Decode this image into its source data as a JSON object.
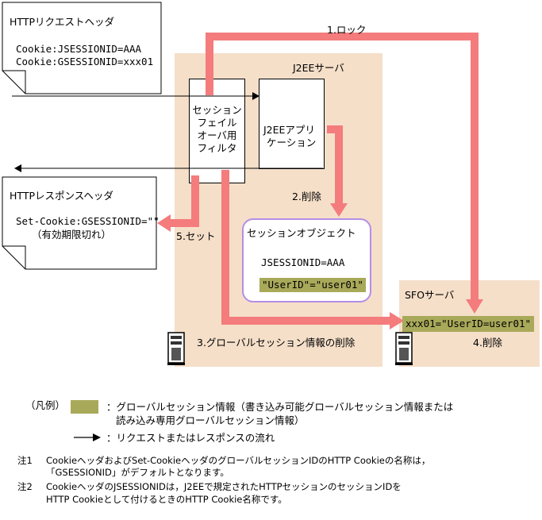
{
  "request_header": {
    "title": "HTTPリクエストヘッダ",
    "cookie1": "Cookie:JSESSIONID=AAA",
    "cookie2": "Cookie:GSESSIONID=xxx01"
  },
  "response_header": {
    "title": "HTTPレスポンスヘッダ",
    "set_cookie": "Set-Cookie:GSESSIONID=\"\"",
    "expired": "（有効期限切れ）"
  },
  "j2ee_server": {
    "label": "J2EEサーバ"
  },
  "filter": {
    "lines": [
      "セッション",
      "フェイル",
      "オーバ用",
      "フィルタ"
    ]
  },
  "application": {
    "lines": [
      "J2EEアプリ",
      "ケーション"
    ]
  },
  "session_object": {
    "title": "セッションオブジェクト",
    "jsessionid": "JSESSIONID=AAA",
    "userid": "\"UserID\"=\"user01\""
  },
  "sfo_server": {
    "label": "SFOサーバ",
    "entry": "xxx01=\"UserID=user01\""
  },
  "steps": {
    "lock": "1.ロック",
    "delete2": "2.削除",
    "delete_global": "3.グローバルセッション情報の削除",
    "delete4": "4.削除",
    "set": "5.セット"
  },
  "legend": {
    "title": "（凡例）",
    "global_line1": "：グローバルセッション情報（書き込み可能グローバルセッション情報または",
    "global_line2": "読み込み専用グローバルセッション情報）",
    "flow": "：リクエストまたはレスポンスの流れ"
  },
  "notes": {
    "n1_label": "注1",
    "n1_line1": "CookieヘッダおよびSet-CookieヘッダのグローバルセッションIDのHTTP Cookieの名称は，",
    "n1_line2": "「GSESSIONID」がデフォルトとなります。",
    "n2_label": "注2",
    "n2_line1": "CookieヘッダのJSESSIONIDは，J2EEで規定されたHTTPセッションのセッションIDを",
    "n2_line2": "HTTP Cookieとして付けるときのHTTP Cookie名称です。"
  },
  "colors": {
    "arrow": "#f47c7c",
    "server_region": "#f5dfc9",
    "global_info": "#a9a95a",
    "session_border": "#b48ee6"
  }
}
